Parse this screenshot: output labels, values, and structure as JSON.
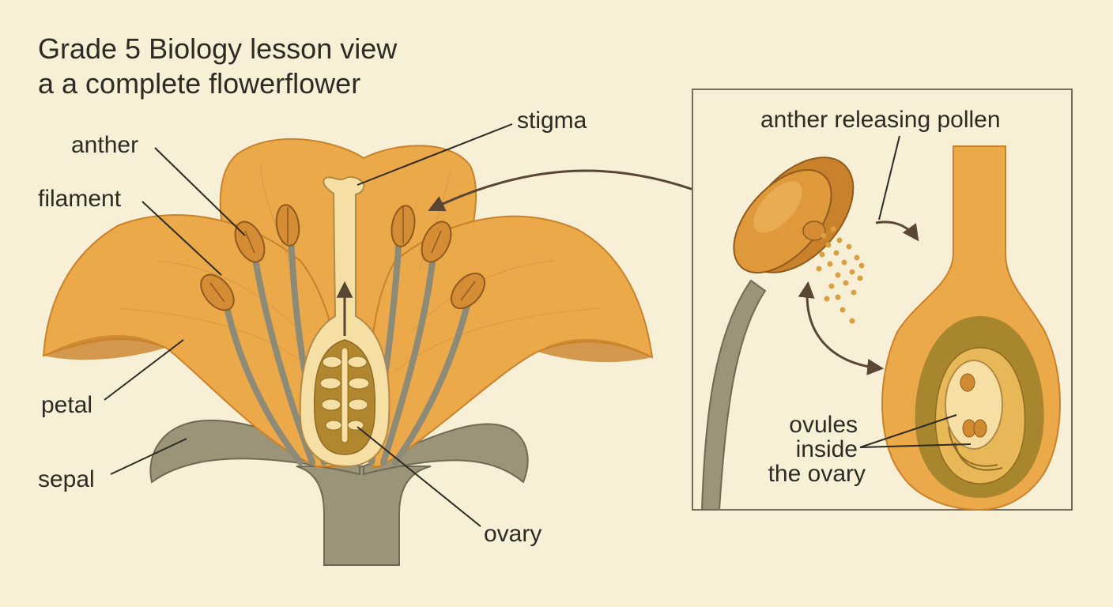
{
  "title": {
    "line1": "Grade 5 Biology lesson view",
    "line2": "a a complete flowerflower"
  },
  "labels": {
    "anther": "anther",
    "filament": "filament",
    "stigma": "stigma",
    "petal": "petal",
    "sepal": "sepal",
    "ovary": "ovary"
  },
  "inset": {
    "caption": "anther releasing pollen",
    "ovules_line1": "ovules",
    "ovules_line2": "inside",
    "ovules_line3": "the ovary"
  },
  "colors": {
    "background": "#f8f0d6",
    "petal": "#eba94a",
    "petal_dark": "#c9822b",
    "sepal": "#9c9478",
    "pistil": "#f5dfa4",
    "ovary_interior": "#b0862e",
    "text": "#2e2a24"
  }
}
